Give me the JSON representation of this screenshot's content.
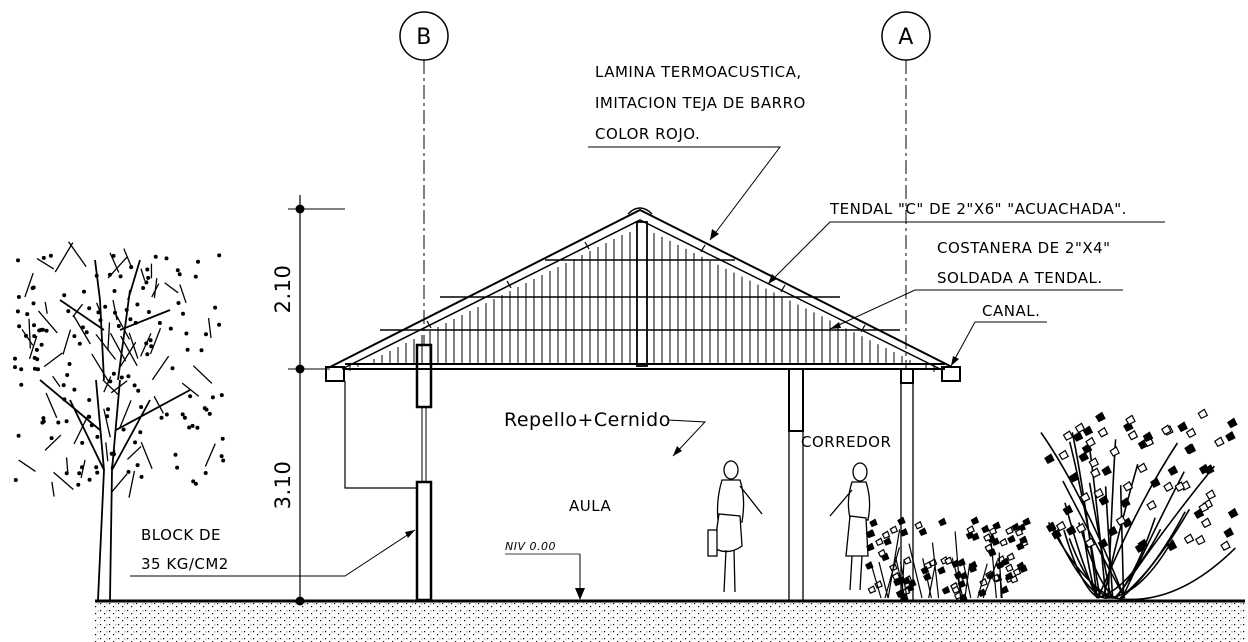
{
  "grid_axes": {
    "left": "B",
    "right": "A"
  },
  "dimensions": {
    "upper": "2.10",
    "lower": "3.10"
  },
  "notes": {
    "roof": [
      "LAMINA TERMOACUSTICA,",
      "IMITACION TEJA DE BARRO",
      "COLOR ROJO."
    ],
    "tendal": "TENDAL \"C\" DE 2\"X6\" \"ACUACHADA\".",
    "costanera": [
      "COSTANERA DE 2\"X4\"",
      "SOLDADA A TENDAL."
    ],
    "canal": "CANAL.",
    "repello": "Repello+Cernido",
    "block": [
      "BLOCK DE",
      "35 KG/CM2"
    ]
  },
  "rooms": {
    "aula": "AULA",
    "corredor": "CORREDOR"
  },
  "level": "NIV 0.00"
}
